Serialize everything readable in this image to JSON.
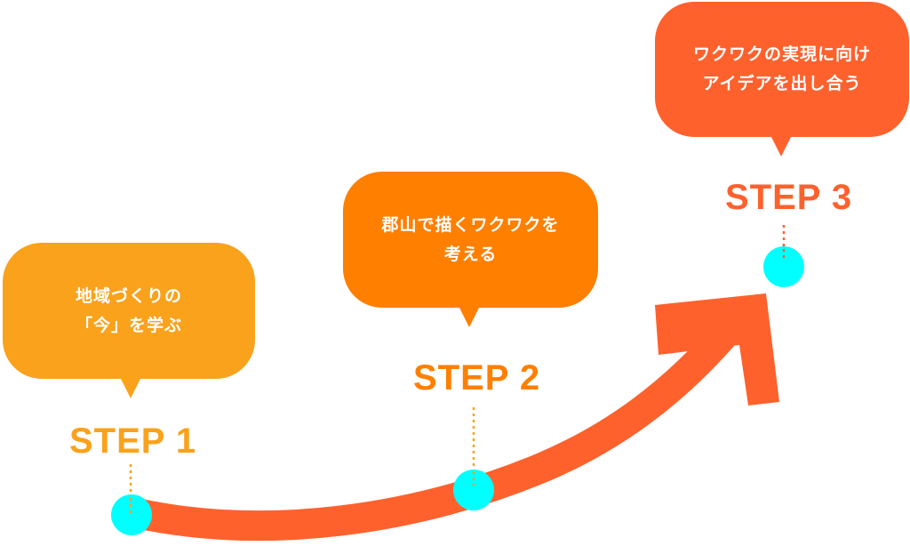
{
  "colors": {
    "step1": "#FAA21B",
    "step2": "#FF7F00",
    "step3": "#FF612D",
    "arrow": "#FF612D",
    "node": "#00FFFF",
    "text_on_bubble": "#FFFFFF"
  },
  "steps": [
    {
      "label": "STEP 1",
      "text": "地域づくりの\n「今」を学ぶ"
    },
    {
      "label": "STEP 2",
      "text": "郡山で描くワクワクを\n考える"
    },
    {
      "label": "STEP 3",
      "text": "ワクワクの実現に向け\nアイデアを出し合う"
    }
  ]
}
